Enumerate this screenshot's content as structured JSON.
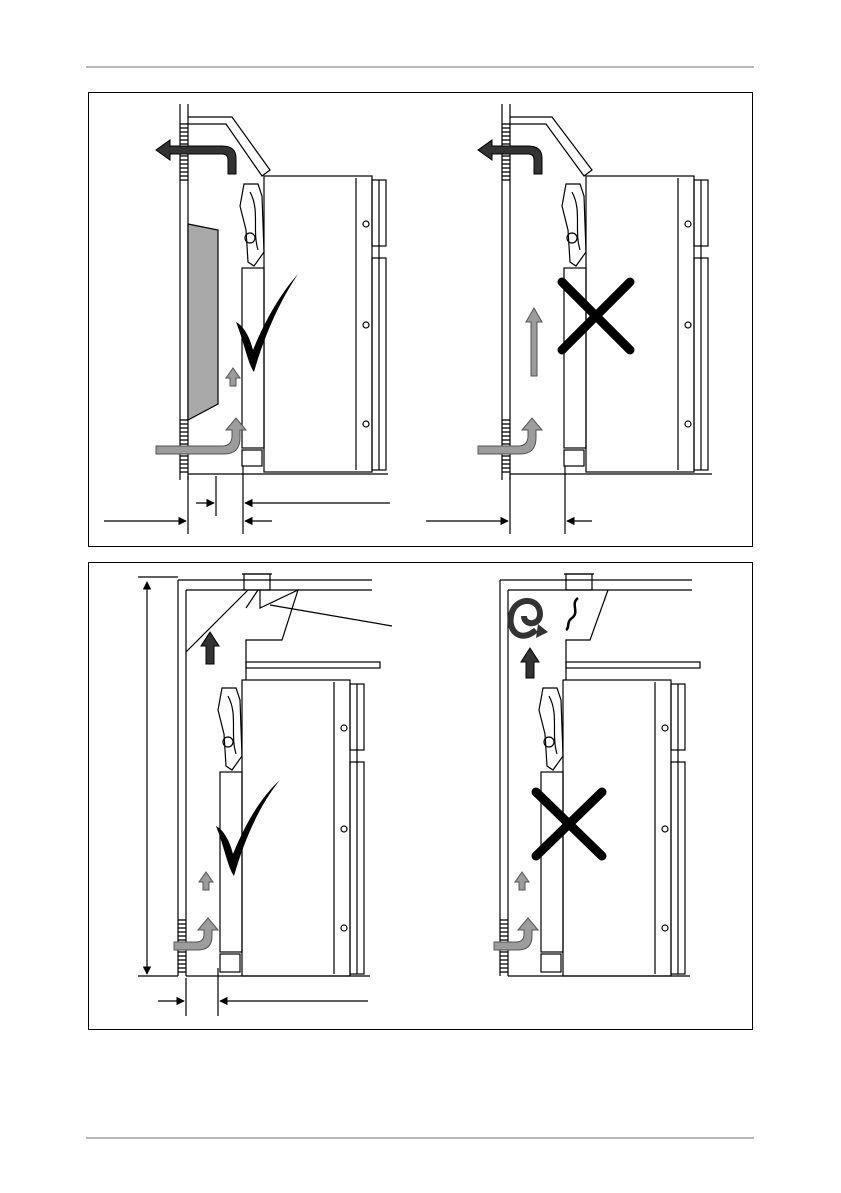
{
  "page": {
    "header_rule_color": "#b8b8b8",
    "footer_rule_color": "#b8b8b8"
  },
  "colors": {
    "line": "#000000",
    "shield_fill": "#a9a9a9",
    "arrow_fill": "#9c9c9c",
    "arrow_outline": "#555555",
    "dark_arrow": "#333333"
  },
  "panels": [
    {
      "id": "top",
      "scenes": [
        {
          "id": "top-left",
          "verdict": "check-icon",
          "features": [
            "wall-grille",
            "cover-hood",
            "heat-shield",
            "warm-air-out-arrow",
            "cold-air-in-arrow",
            "small-up-arrow",
            "dimension-lines"
          ]
        },
        {
          "id": "top-right",
          "verdict": "cross-icon",
          "features": [
            "wall-grille",
            "cover-hood",
            "warm-air-out-arrow",
            "cold-air-in-arrow",
            "long-up-arrow",
            "dimension-lines"
          ]
        }
      ]
    },
    {
      "id": "bottom",
      "scenes": [
        {
          "id": "bottom-left",
          "verdict": "check-icon",
          "features": [
            "ceiling-flue",
            "hood",
            "dark-up-arrow",
            "small-up-arrow",
            "cold-air-in-arrow",
            "height-dimension",
            "dimension-lines"
          ]
        },
        {
          "id": "bottom-right",
          "verdict": "cross-icon",
          "features": [
            "ceiling-flue",
            "hood",
            "swirl-icon",
            "squiggle-icon",
            "dark-up-arrow",
            "small-up-arrow",
            "cold-air-in-arrow"
          ]
        }
      ]
    }
  ]
}
